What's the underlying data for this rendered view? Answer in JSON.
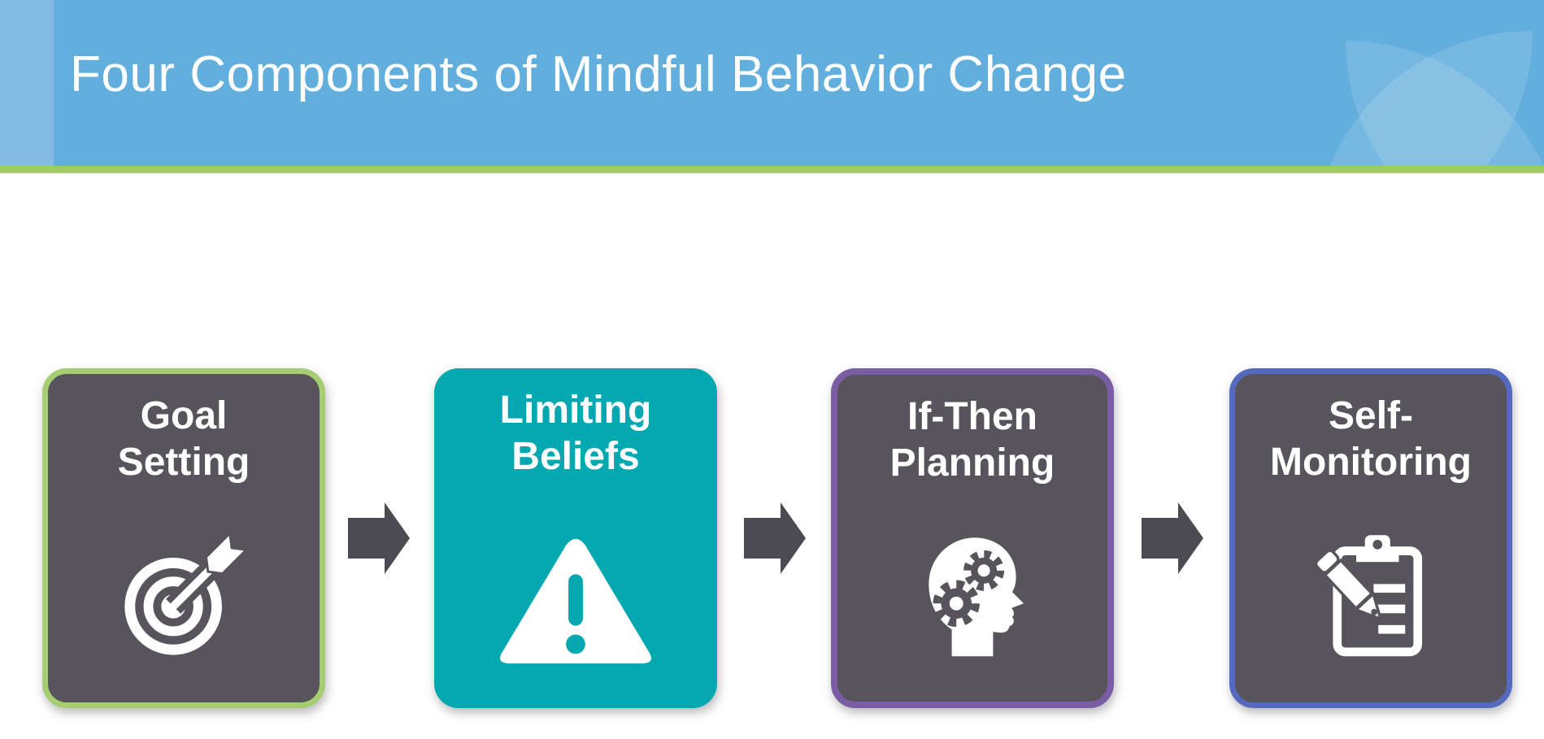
{
  "slide": {
    "title": "Four Components of Mindful Behavior Change",
    "title_color": "#FFFFFF",
    "header_color": "#62AEDD",
    "header_strip_color": "#83BBE4",
    "accent_line_color": "#9DCB66",
    "background_color": "#FFFFFF",
    "watermark": "two-overlapping-leaf-petals"
  },
  "components": [
    {
      "name": "Goal Setting",
      "lines": [
        "Goal",
        "Setting"
      ],
      "icon": "target-icon",
      "fill_color": "#57555B",
      "border_color": "#A6CD72"
    },
    {
      "name": "Limiting Beliefs",
      "lines": [
        "Limiting",
        "Beliefs"
      ],
      "icon": "warning-triangle-icon",
      "fill_color": "#04A8B0",
      "border_color": "#04A8B0"
    },
    {
      "name": "If-Then Planning",
      "lines": [
        "If-Then",
        "Planning"
      ],
      "icon": "head-gears-icon",
      "fill_color": "#57555B",
      "border_color": "#7B5DA6"
    },
    {
      "name": "Self-Monitoring",
      "lines": [
        "Self-",
        "Monitoring"
      ],
      "icon": "clipboard-pencil-icon",
      "fill_color": "#57555B",
      "border_color": "#5569BF"
    }
  ],
  "arrows": {
    "count": 3,
    "direction": "right",
    "color": "#4D4B52"
  }
}
